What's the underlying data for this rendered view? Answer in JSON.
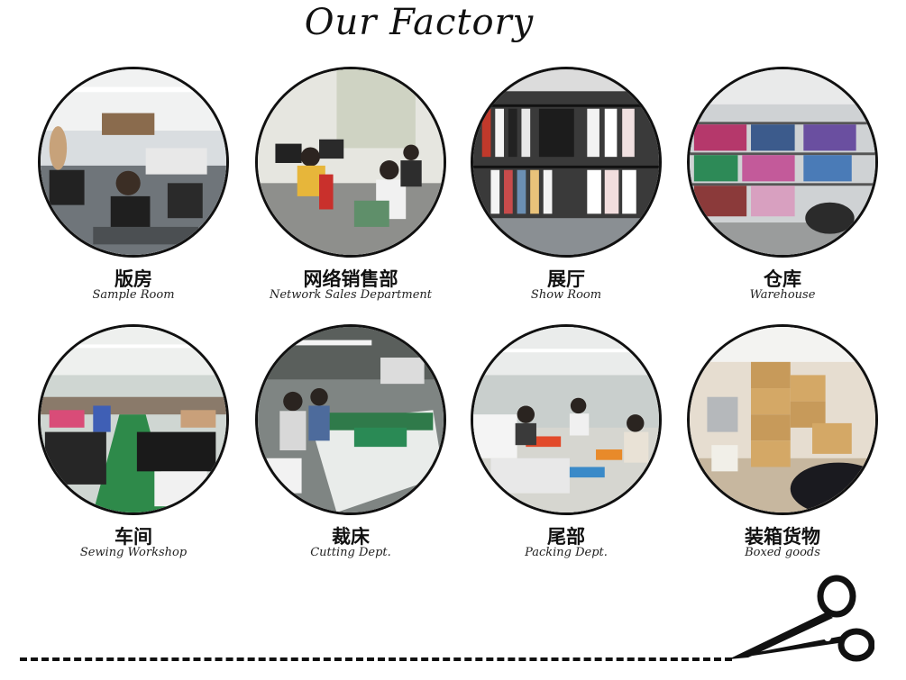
{
  "title": "Our Factory",
  "colors": {
    "ink": "#111111",
    "background": "#ffffff"
  },
  "sections": [
    {
      "cn": "版房",
      "en": "Sample Room",
      "icon": "sample-room-photo"
    },
    {
      "cn": "网络销售部",
      "en": "Network Sales Department",
      "icon": "network-sales-photo"
    },
    {
      "cn": "展厅",
      "en": "Show Room",
      "icon": "show-room-photo"
    },
    {
      "cn": "仓库",
      "en": "Warehouse",
      "icon": "warehouse-photo"
    },
    {
      "cn": "车间",
      "en": "Sewing Workshop",
      "icon": "sewing-workshop-photo"
    },
    {
      "cn": "裁床",
      "en": "Cutting Dept.",
      "icon": "cutting-dept-photo"
    },
    {
      "cn": "尾部",
      "en": "Packing Dept.",
      "icon": "packing-dept-photo"
    },
    {
      "cn": "装箱货物",
      "en": "Boxed goods",
      "icon": "boxed-goods-photo"
    }
  ],
  "footer": {
    "icon": "scissors-icon"
  }
}
